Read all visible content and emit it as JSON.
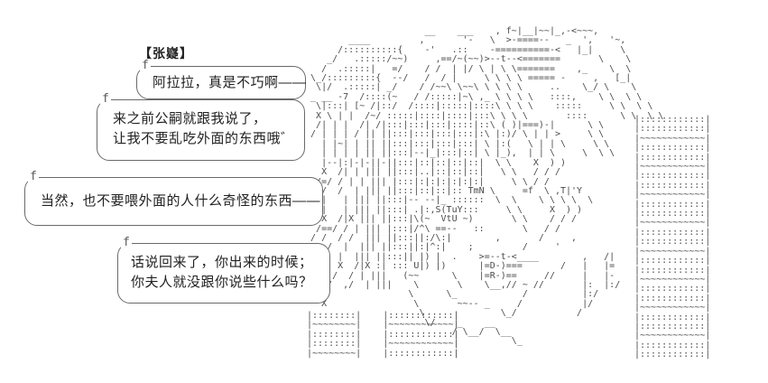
{
  "scene": {
    "character_name": "【张嶷】",
    "dialogue": {
      "bubble1": {
        "line1": "阿拉拉，真是不巧啊——"
      },
      "bubble2": {
        "line1": "来之前公嗣就跟我说了，",
        "line2": "让我不要乱吃外面的东西哦゛"
      },
      "bubble3": {
        "line1": "当然，也不要喂外面的人什么奇怪的东西——"
      },
      "bubble4": {
        "line1": "话说回来了，你出来的时候；",
        "line2": "你夫人就没跟你说些什么吗？"
      }
    },
    "bubble_hook_glyph": "f"
  },
  "colors": {
    "background": "#ffffff",
    "dialogue_text": "#222222",
    "art": "#4a4a4a",
    "bubble_border": "#6a6a6a"
  },
  "ascii_art": {
    "main": [
      "                       __    ___    , f~|__|~~|_,-<~~~,",
      "         ____         ,       '-   \\  >-====--   _  ',   '~,",
      "       /::::::::::{    -'   .::    -==========-<   |_|     \\",
      "     _/   .:::::/~~)     ,==/~(~~)>--t--<=======       \\    \\",
      "    /  .:::::|   =/    / /  | |/ \\ | \\ \\=======    ,_    \\  \\",
      "  \\_/:::::::::{  --/   /  / |     \\ \\ \\ \\ ===== -     ,   [_|",
      "   \\|/  .:::::| _/    / /~~\\ \\~~\\ \\ \\ \\ \\     ..    \\_/ \\    \\",
      "  _ __ -7  /::::(~   / /:::::|~\\ ,_ \\ \\ \\ \\   ::::,    \\ \\  \\ \\",
      "   \\|:::| [~ /|::/  /::::|:::::|::::\\ \\ \\ \\    :::::     \\ \\  \\ \\",
      "   X \\ | |  /~/ :::::|::::|::::|:::\\ \\ \\ \\       ::::      \\ \\  \\ \\",
      "   /| | |  /| /|:::|:::|:::|::::|::\\ ( )|===)-|      \\ \\",
      "  / | | | / || ||:::|:::|:::|:::|:\\ |:)/ \\ | | >     \\ \\",
      "    | |~| | || ||:::|:::|:::|:::| \\ |:(   \\ | | \\     \\ \\",
      "    | | | | || ||:::|--|_|:::|::| \\ |_),  | | \\     \\  \\ \\",
      "    |--|:|-|-||-||:::|::|::|::|::|  \\ \\    X  ) )",
      "    X  /| | ||| ||:::|..|::|::|::|   \\ \\   / / /",
      "   /=/ / | | ||| |:::|:|:|:|:|:|:|     \\ \\ / /",
      "  / /  /  | ||| ||:::|::|::|:: TmN \\     =f  \\ ,T|'Y",
      "    |   | ||| ||:::|-- --|_ ::::::  \\  \\    \\ \\ \\ \\  \\",
      "    |   | ||| ||:::| .|:,S(TuY:::     \\ \\     X  ) )",
      "    X  /|X ||| ||:::|\\(~  VtU ~)       \\ \\    / / /",
      "   /==/ / | ||| |:::|/^\\ ==--   ::       \\   / /",
      "  / /  / /  ||| ||:::||:/\\:|        ,       /     ,",
      "     /  |  ||| ||:::||:|^:|    ;         /     '",
      "       |  ||| ||:::|| |) |  .    >=--t-<____        ,   /|",
      "       X  /|X :| ::: U|) |)      |=D-)===       /   |   |=",
      "      /  / | |||   (~~      \\    |=R-)==     //     |   |-",
      "     /  ,/  | |||    \\       \\    \\__,// ~ //       |:  |:/",
      "                    \\      \\_            /          |:/",
      "    X                \\       ~~-- _     /           |/",
      "                      \\              \\_/           /",
      "                       \\/    _    __",
      "                            / \\__/  \\__",
      "                                       \\_"
    ],
    "pillar_right": [
      "|::::::::::::|",
      "|::::::::::::|",
      "|~~~~~~~~~~~~|",
      "|::::::::::::|",
      "|::::::::::::|",
      "|~~~~~~~~~~~~|",
      "|::::::::::::|",
      "|::::::::::::|",
      "|~~~~~~~~~~~~|",
      "|::::::::::::|",
      "|::::::::::::|",
      "|~~~~~~~~~~~~|",
      "|::::::::::::|",
      "|::::::::::::|",
      "|~~~~~~~~~~~~|",
      "|::::::::::::|",
      "|::::::::::::|",
      "|~~~~~~~~~~~~|",
      "|::::::::::::|",
      "|::::::::::::|",
      "|~~~~~~~~~~~~|",
      "|::::::::::::|",
      "|::::::::::::|",
      "|~~~~~~~~~~~~|",
      "|::::::::::::|",
      "|::::::::::::|"
    ],
    "pillar_bottom_left": [
      "|::::::::|    |::::::::::::|",
      "|~~~~~~~~|    |~~~~~~~~~~~~|",
      "|::::::::|    |::::::::::::|",
      "|::::::::|    |~~~~~~~~~~~~|",
      "|~~~~~~~~|    |::::::::::::|"
    ]
  }
}
